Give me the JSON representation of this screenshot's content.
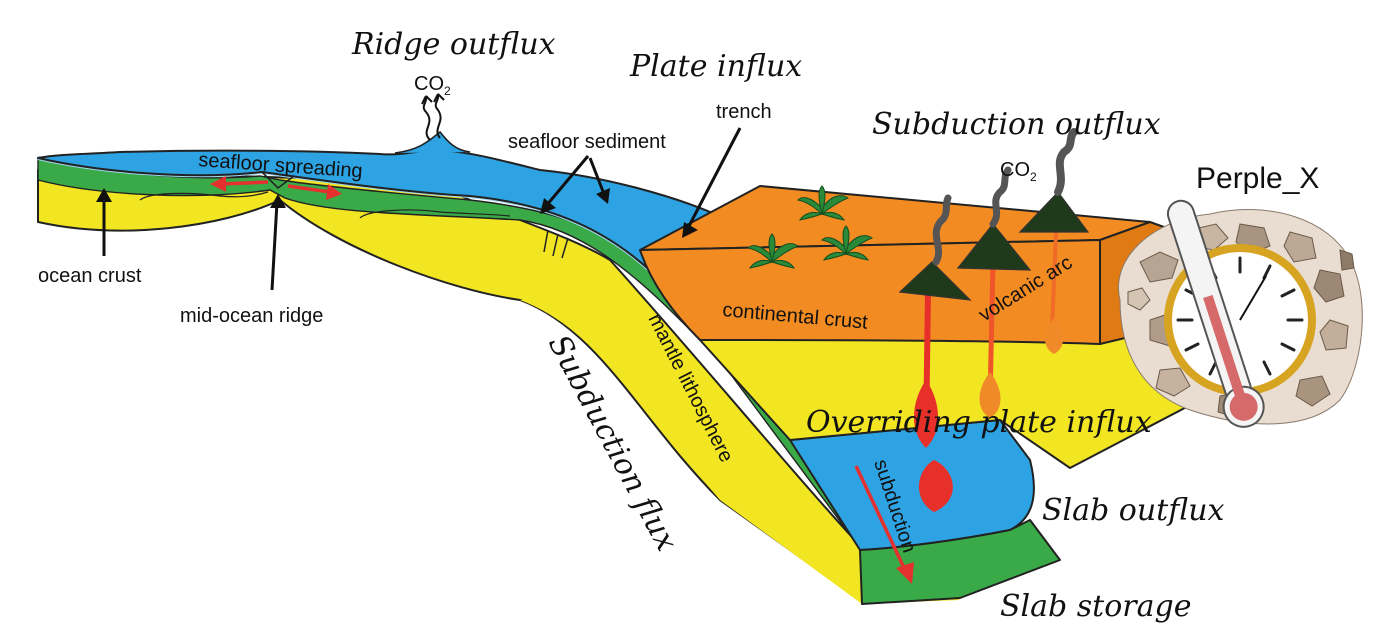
{
  "labels": {
    "ridge_outflux": "Ridge outflux",
    "plate_influx": "Plate influx",
    "subduction_outflux": "Subduction outflux",
    "subduction_flux": "Subduction flux",
    "overriding_plate_influx": "Overriding plate influx",
    "slab_outflux": "Slab outflux",
    "slab_storage": "Slab storage",
    "perple_x": "Perple_X",
    "co2_ridge": "CO",
    "co2_ridge_sub": "2",
    "co2_arc": "CO",
    "co2_arc_sub": "2",
    "trench": "trench",
    "seafloor_sediment": "seafloor sediment",
    "seafloor_spreading": "seafloor spreading",
    "ocean_crust": "ocean crust",
    "mid_ocean_ridge": "mid-ocean ridge",
    "continental_crust": "continental crust",
    "volcanic_arc": "volcanic arc",
    "mantle_lithosphere": "mantle lithosphere",
    "subduction": "subduction"
  },
  "colors": {
    "ocean": "#2ea3e3",
    "ocean_crust": "#3aaa48",
    "mantle": "#f2e622",
    "continent": "#f28c22",
    "magma": "#e8302a",
    "arrow_red": "#e53030",
    "volcano": "#1f3a1a",
    "gauge_ring": "#d6a421"
  }
}
